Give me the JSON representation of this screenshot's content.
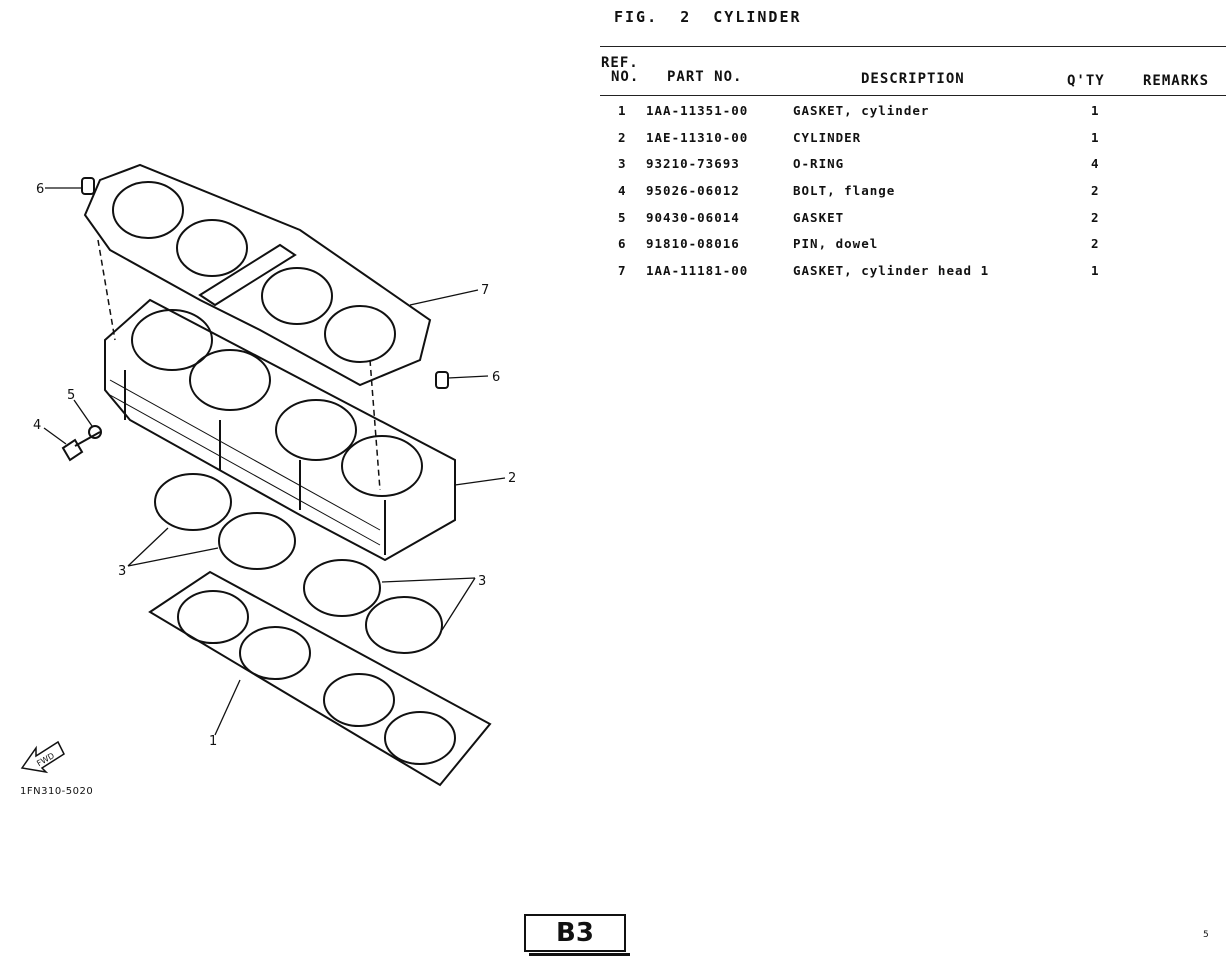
{
  "figure": {
    "label": "FIG.",
    "number": "2",
    "title": "CYLINDER"
  },
  "table": {
    "headers": {
      "ref_line1": "REF.",
      "ref_line2": "NO.",
      "part_no": "PART NO.",
      "description": "DESCRIPTION",
      "qty": "Q'TY",
      "remarks": "REMARKS"
    },
    "rows": [
      {
        "no": "1",
        "part": "1AA-11351-00",
        "desc": "GASKET, cylinder",
        "qty": "1"
      },
      {
        "no": "2",
        "part": "1AE-11310-00",
        "desc": "CYLINDER",
        "qty": "1"
      },
      {
        "no": "3",
        "part": "93210-73693",
        "desc": "O-RING",
        "qty": "4"
      },
      {
        "no": "4",
        "part": "95026-06012",
        "desc": "BOLT, flange",
        "qty": "2"
      },
      {
        "no": "5",
        "part": "90430-06014",
        "desc": "GASKET",
        "qty": "2"
      },
      {
        "no": "6",
        "part": "91810-08016",
        "desc": "PIN, dowel",
        "qty": "2"
      },
      {
        "no": "7",
        "part": "1AA-11181-00",
        "desc": "GASKET, cylinder head 1",
        "qty": "1"
      }
    ]
  },
  "diagram": {
    "code": "1FN310-5020",
    "fwd_label": "FWD",
    "callouts": {
      "c1": "1",
      "c2": "2",
      "c3a": "3",
      "c3b": "3",
      "c4": "4",
      "c5": "5",
      "c6a": "6",
      "c6b": "6",
      "c7": "7"
    }
  },
  "page": {
    "badge": "B3",
    "corner": "5"
  }
}
